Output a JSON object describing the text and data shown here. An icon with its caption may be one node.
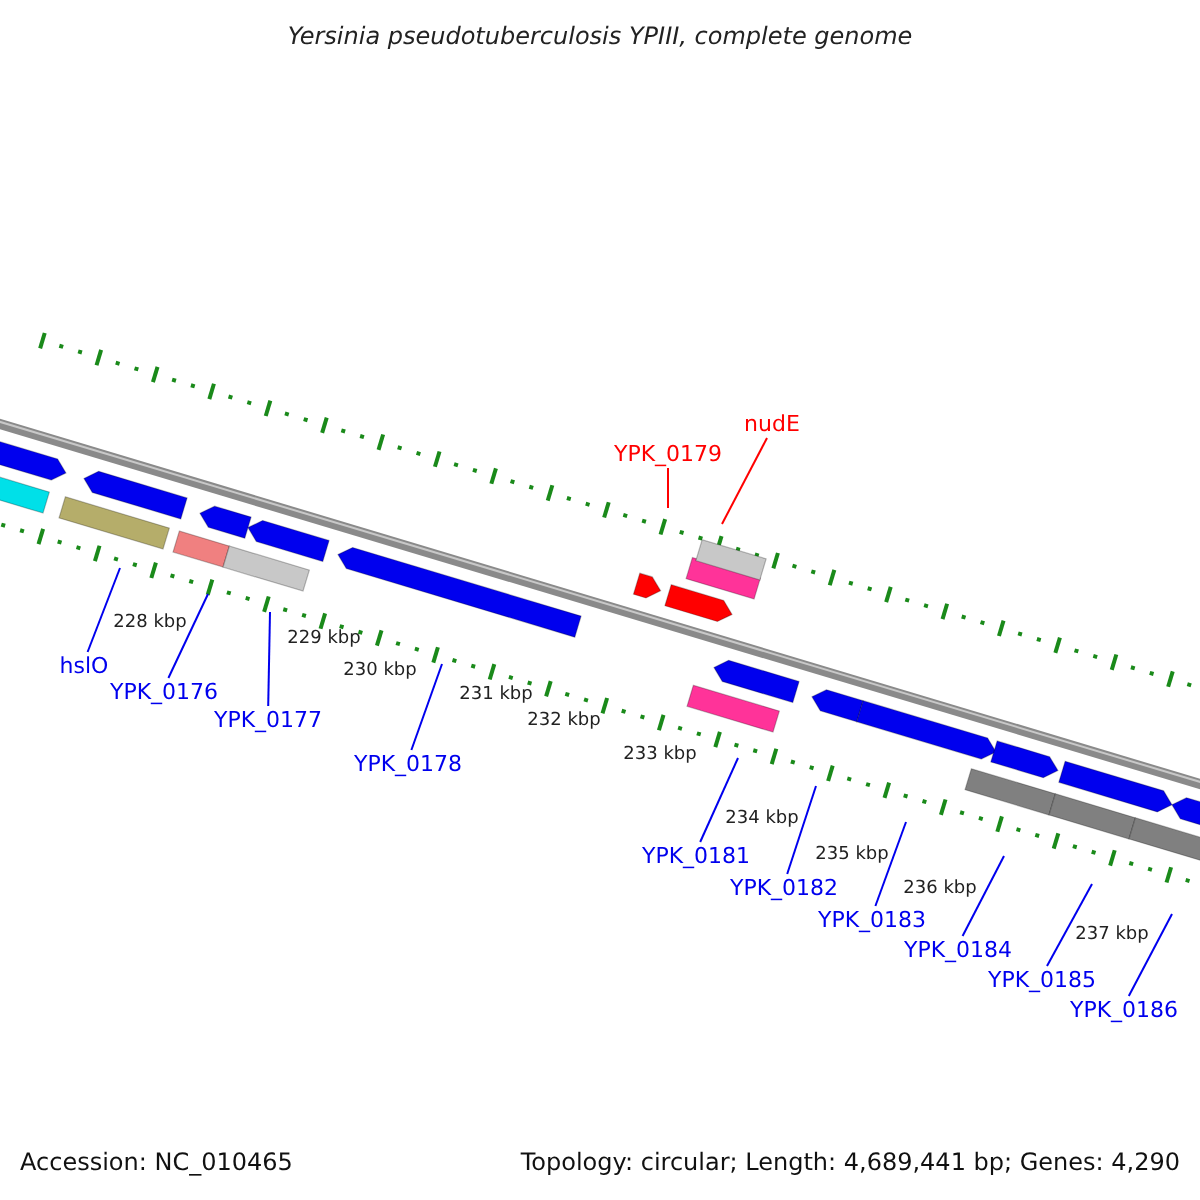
{
  "diagram": {
    "title": "Yersinia pseudotuberculosis YPIII, complete genome",
    "nodes": [
      {
        "text": [
          "YPK_0179"
        ]
      },
      {
        "text": [
          "nudE"
        ]
      },
      {
        "text": [
          "hslO"
        ]
      },
      {
        "text": [
          "YPK_0176"
        ]
      },
      {
        "text": [
          "YPK_0177"
        ]
      },
      {
        "text": [
          "YPK_0178"
        ]
      },
      {
        "text": [
          "YPK_0181"
        ]
      },
      {
        "text": [
          "YPK_0182"
        ]
      },
      {
        "text": [
          "YPK_0183"
        ]
      },
      {
        "text": [
          "YPK_0184"
        ]
      },
      {
        "text": [
          "YPK_0185"
        ]
      },
      {
        "text": [
          "YPK_0186"
        ]
      }
    ],
    "edges": [
      {
        "from": 0,
        "to": null,
        "arrow": "none",
        "color": "#ff0000"
      },
      {
        "from": 1,
        "to": null,
        "arrow": "none",
        "color": "#ff0000"
      },
      {
        "from": 2,
        "to": null,
        "arrow": "none"
      },
      {
        "from": 3,
        "to": null,
        "arrow": "none"
      },
      {
        "from": 4,
        "to": null,
        "arrow": "none"
      },
      {
        "from": 5,
        "to": null,
        "arrow": "none"
      },
      {
        "from": 6,
        "to": null,
        "arrow": "none"
      },
      {
        "from": 7,
        "to": null,
        "arrow": "none"
      },
      {
        "from": 8,
        "to": null,
        "arrow": "none"
      },
      {
        "from": 9,
        "to": null,
        "arrow": "none"
      },
      {
        "from": 10,
        "to": null,
        "arrow": "none"
      },
      {
        "from": 11,
        "to": null,
        "arrow": "none"
      }
    ],
    "labels": [
      "228 kbp",
      "229 kbp",
      "230 kbp",
      "231 kbp",
      "232 kbp",
      "233 kbp",
      "234 kbp",
      "235 kbp",
      "236 kbp",
      "237 kbp",
      "Accession: NC_010465",
      "Topology: circular; Length: 4,689,441 bp; Genes: 4,290"
    ]
  }
}
